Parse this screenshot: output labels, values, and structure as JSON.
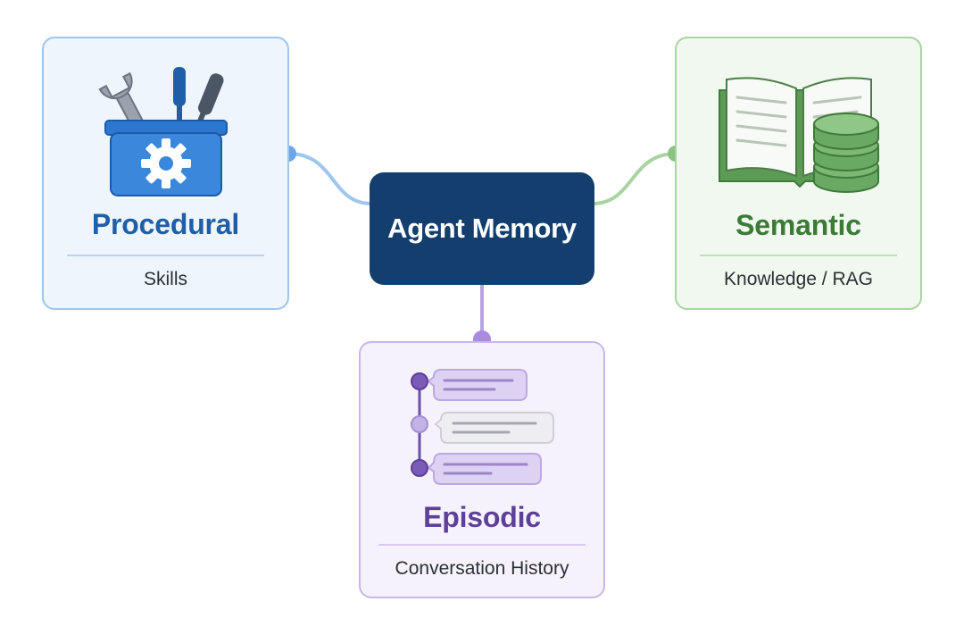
{
  "center": {
    "label": "Agent Memory",
    "color": "#133e6e"
  },
  "nodes": {
    "procedural": {
      "title": "Procedural",
      "subtitle": "Skills",
      "icon": "toolbox-icon",
      "accent": "#1e5fa8",
      "border": "#9ec6ee",
      "background": "#eef5fd"
    },
    "semantic": {
      "title": "Semantic",
      "subtitle": "Knowledge / RAG",
      "icon": "book-database-icon",
      "accent": "#3c7a38",
      "border": "#a9d3a2",
      "background": "#f1f8ef"
    },
    "episodic": {
      "title": "Episodic",
      "subtitle": "Conversation History",
      "icon": "conversation-timeline-icon",
      "accent": "#5e3f9a",
      "border": "#c8b7ea",
      "background": "#f6f2fc"
    }
  },
  "edges": [
    {
      "from": "center",
      "to": "procedural",
      "color": "#9ec6ee"
    },
    {
      "from": "center",
      "to": "semantic",
      "color": "#a9d3a2"
    },
    {
      "from": "center",
      "to": "episodic",
      "color": "#b9a3e3"
    }
  ]
}
